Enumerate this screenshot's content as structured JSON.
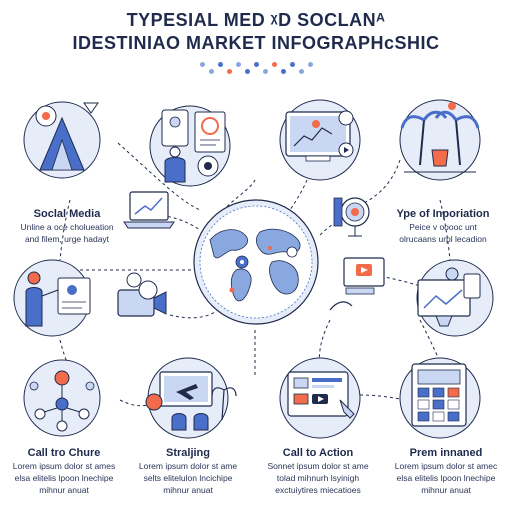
{
  "header": {
    "title_line1": "TYPESIAL MED ᵡD SOCLANᴬ",
    "title_line2": "IDESTINIAO MARKET INFOGRAPHᴄSHIC"
  },
  "colors": {
    "navy": "#1f2a4d",
    "blue": "#4a6fc9",
    "light_blue": "#c9d7f2",
    "pale": "#e6edf9",
    "orange": "#f26b4a",
    "dot_colors": [
      "#8aa8e0",
      "#8aa8e0",
      "#4a6fc9",
      "#f26b4a",
      "#8aa8e0",
      "#4a6fc9",
      "#4a6fc9",
      "#8aa8e0",
      "#f26b4a",
      "#4a6fc9",
      "#4a6fc9",
      "#8aa8e0",
      "#8aa8e0"
    ]
  },
  "sections": {
    "social_media": {
      "heading": "Soclal Media",
      "body": [
        "Unline a oce cholueation",
        "and filem, urge hadayt"
      ]
    },
    "type_of_inporiation": {
      "heading": "Ype of Inporiation",
      "body": [
        "Peice v ooooc unt",
        "olrucaans urpl lecadion"
      ]
    },
    "call_tro_chure": {
      "heading": "Call tro Chure",
      "body": [
        "Lorem ipsum dolor st ames",
        "elsa elitelis lpoon lnechipe",
        "mihnur anuat"
      ]
    },
    "straljing": {
      "heading": "Straljing",
      "body": [
        "Lorem ipsum dolor st ame",
        "selts elitelulon lncichipe",
        "mihnur anuat"
      ]
    },
    "call_to_action": {
      "heading": "Call to Action",
      "body": [
        "Sonnet ipsum dolor st ame",
        "tolad mihnurh lsyinigh",
        "exctuiytires miecatioes"
      ]
    },
    "prem_innaned": {
      "heading": "Prem innaned",
      "body": [
        "Lorem ipsum dolor st amec",
        "elsa elitelis lpoon lnechipe",
        "mihnur anuat"
      ]
    }
  }
}
